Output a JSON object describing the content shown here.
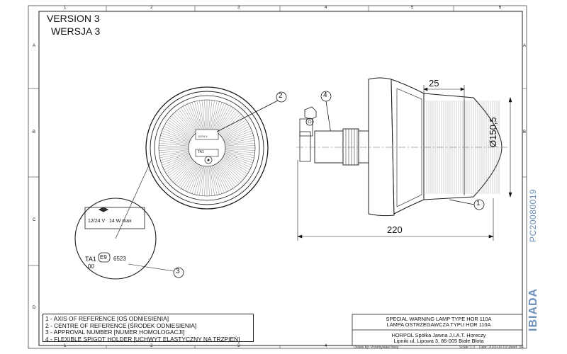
{
  "version_en": "VERSION 3",
  "version_pl": "WERSJA 3",
  "grid": {
    "columns": [
      "1",
      "2",
      "3",
      "4",
      "5",
      "6"
    ],
    "rows": [
      "A",
      "B",
      "C",
      "D"
    ]
  },
  "legend": [
    "1 - AXIS OF REFERENCE [OŚ ODNIESIENIA]",
    "2 - CENTRE OF REFERENCE [ŚRODEK ODNIESIENIA]",
    "3 - APPROVAL NUMBER [NUMER HOMOLOGACJI]",
    "4 - FLEXIBLE SPIGOT HOLDER [UCHWYT ELASTYCZNY NA TRZPIEŃ]"
  ],
  "title_block": {
    "line1": "SPECIAL WARNING LAMP TYPE HOR 110A",
    "line2": "LAMPA OSTRZEGAWCZA TYPU HOR 110A",
    "company": "HORPOL Spółka Jawna   J.I.A.T. Horeczy",
    "address": "Lipniki ul. Lipowa 3, 86-005 Białe Błota",
    "drawn_by": "Drawn by:  Przemysław Bosy",
    "scale": "Scale: 1:2",
    "date": "Date: 2020-09-19",
    "sheet": "Sheet: 3/4"
  },
  "dimensions": {
    "width_25": "25",
    "diameter": "Ø150,5",
    "length": "220"
  },
  "callouts": {
    "c1": "1",
    "c2": "2",
    "c3": "3",
    "c4": "4"
  },
  "label_detail": {
    "voltage": "12/24 V",
    "power": "14 W max",
    "approval_prefix": "TA1",
    "approval_sub": "00",
    "mark": "E9",
    "approval_number": "6523"
  },
  "side_code": "PC20080019",
  "brand_logo": "IBIADA",
  "colors": {
    "line": "#1a1a1a",
    "frame": "#333333",
    "code": "#6b8fb8"
  }
}
